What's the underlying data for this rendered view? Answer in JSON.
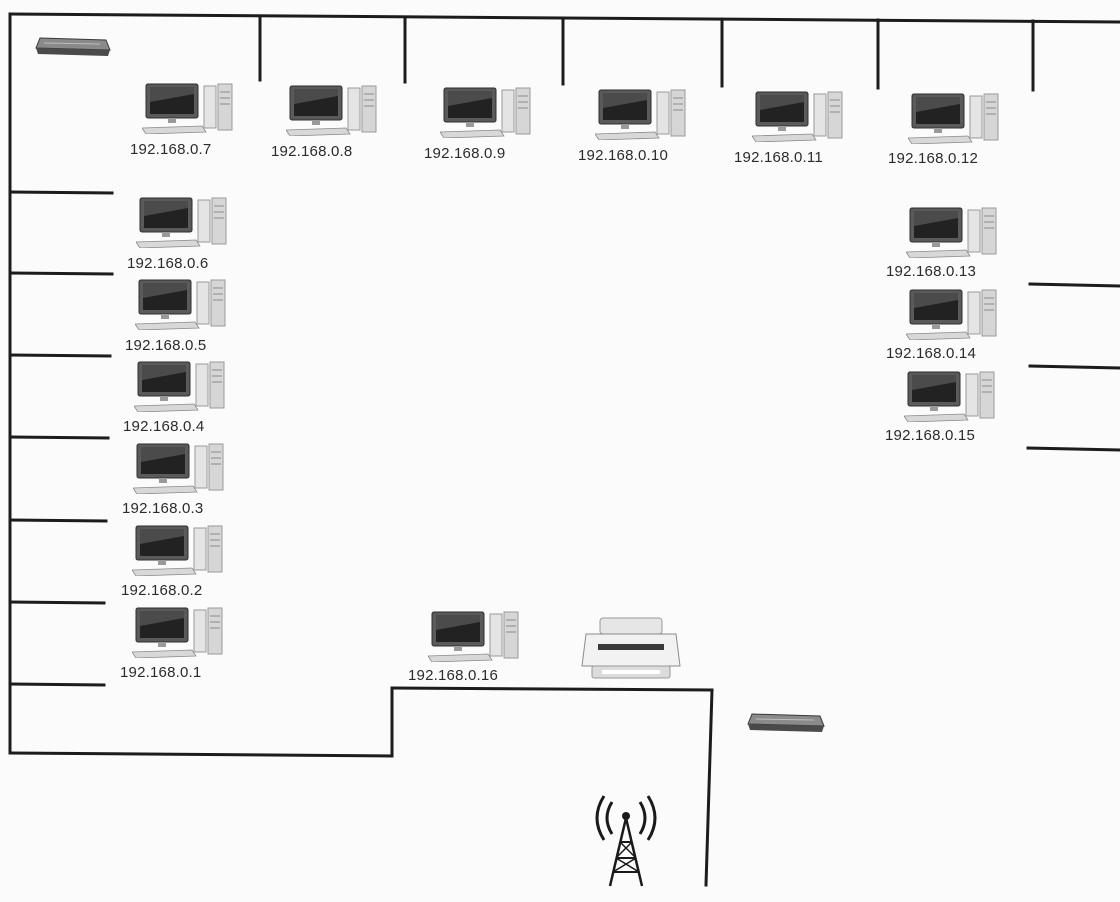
{
  "workstations": [
    {
      "id": "pc-1",
      "ip": "192.168.0.1"
    },
    {
      "id": "pc-2",
      "ip": "192.168.0.2"
    },
    {
      "id": "pc-3",
      "ip": "192.168.0.3"
    },
    {
      "id": "pc-4",
      "ip": "192.168.0.4"
    },
    {
      "id": "pc-5",
      "ip": "192.168.0.5"
    },
    {
      "id": "pc-6",
      "ip": "192.168.0.6"
    },
    {
      "id": "pc-7",
      "ip": "192.168.0.7"
    },
    {
      "id": "pc-8",
      "ip": "192.168.0.8"
    },
    {
      "id": "pc-9",
      "ip": "192.168.0.9"
    },
    {
      "id": "pc-10",
      "ip": "192.168.0.10"
    },
    {
      "id": "pc-11",
      "ip": "192.168.0.11"
    },
    {
      "id": "pc-12",
      "ip": "192.168.0.12"
    },
    {
      "id": "pc-13",
      "ip": "192.168.0.13"
    },
    {
      "id": "pc-14",
      "ip": "192.168.0.14"
    },
    {
      "id": "pc-15",
      "ip": "192.168.0.15"
    },
    {
      "id": "pc-16",
      "ip": "192.168.0.16"
    }
  ],
  "devices": {
    "switch_icon": "network-switch-icon",
    "printer_icon": "printer-icon",
    "antenna_icon": "wireless-antenna-icon",
    "computer_icon": "desktop-computer-icon"
  },
  "colors": {
    "wall": "#1c1c1c",
    "label": "#2b2b2b",
    "background": "#fbfbfb"
  }
}
